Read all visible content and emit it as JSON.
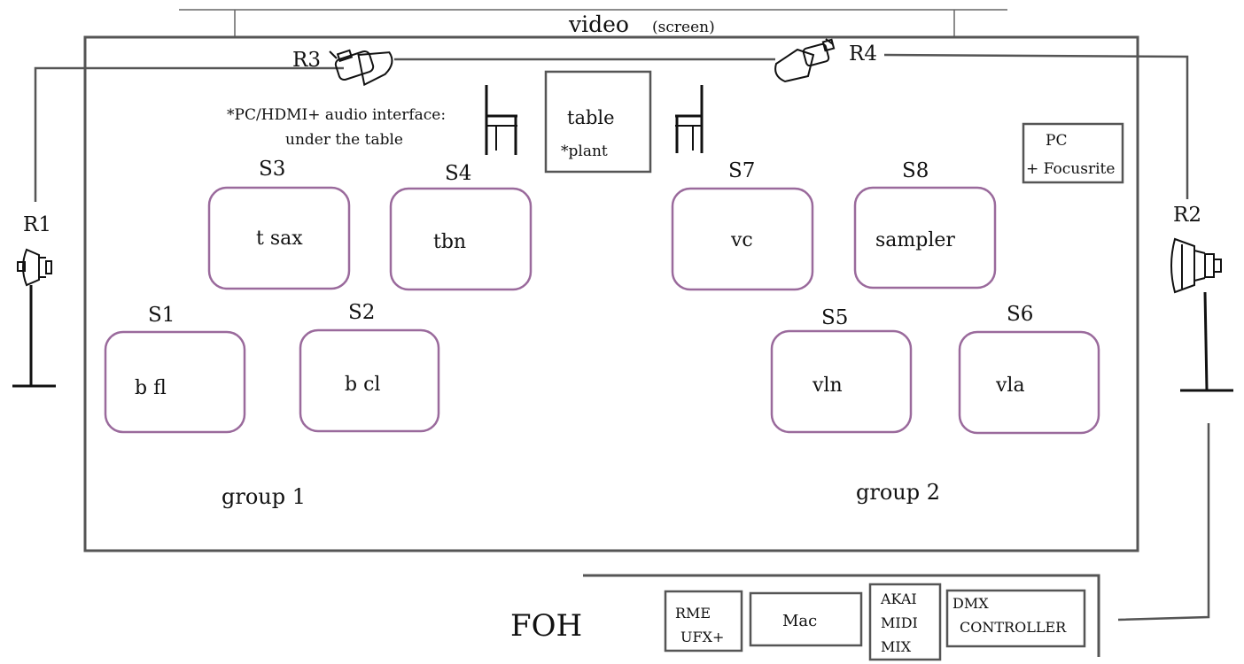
{
  "video": {
    "label": "video",
    "sub": "(screen)"
  },
  "lights": {
    "r1": "R1",
    "r2": "R2",
    "r3": "R3",
    "r4": "R4"
  },
  "note": {
    "line1": "*PC/HDMI+ audio interface:",
    "line2": "under the table"
  },
  "table": {
    "label": "table",
    "sub": "*plant"
  },
  "pc": {
    "line1": "PC",
    "line2": "+ Focusrite"
  },
  "stations": [
    {
      "id": "S1",
      "instrument": "b fl"
    },
    {
      "id": "S2",
      "instrument": "b cl"
    },
    {
      "id": "S3",
      "instrument": "t sax"
    },
    {
      "id": "S4",
      "instrument": "tbn"
    },
    {
      "id": "S5",
      "instrument": "vln"
    },
    {
      "id": "S6",
      "instrument": "vla"
    },
    {
      "id": "S7",
      "instrument": "vc"
    },
    {
      "id": "S8",
      "instrument": "sampler"
    }
  ],
  "groups": {
    "g1": "group 1",
    "g2": "group 2"
  },
  "foh": {
    "label": "FOH",
    "rme": [
      "RME",
      "UFX+"
    ],
    "mac": "Mac",
    "akai": [
      "AKAI",
      "MIDI",
      "MIX"
    ],
    "dmx": [
      "DMX",
      "CONTROLLER"
    ]
  },
  "colors": {
    "station_border": "#9a6a9c",
    "stage_border": "#555555"
  }
}
